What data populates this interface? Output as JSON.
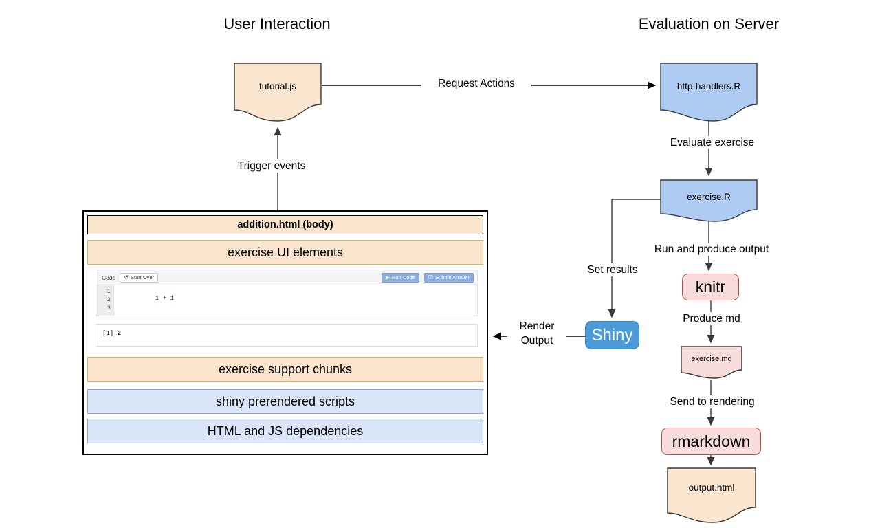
{
  "headers": {
    "left": "User Interaction",
    "right": "Evaluation on Server"
  },
  "nodes": {
    "tutorial_js": "tutorial.js",
    "http_handlers": "http-handlers.R",
    "exercise_r": "exercise.R",
    "knitr": "knitr",
    "exercise_md": "exercise.md",
    "rmarkdown": "rmarkdown",
    "output_html": "output.html",
    "shiny": "Shiny"
  },
  "edges": {
    "request_actions": "Request Actions",
    "trigger_events": "Trigger events",
    "evaluate_exercise": "Evaluate exercise",
    "run_and_produce_output": "Run and produce output",
    "set_results": "Set results",
    "produce_md": "Produce md",
    "send_to_rendering": "Send to rendering",
    "render_output_line1": "Render",
    "render_output_line2": "Output"
  },
  "body_box": {
    "title": "addition.html (body)",
    "sections": [
      {
        "label": "exercise UI elements",
        "tone": "tan"
      },
      {
        "label": "exercise support chunks",
        "tone": "tan"
      },
      {
        "label": "shiny prerendered scripts",
        "tone": "blue"
      },
      {
        "label": "HTML and JS dependencies",
        "tone": "blue"
      }
    ]
  },
  "exercise_widget": {
    "toolbar_label": "Code",
    "start_over_label": "Start Over",
    "start_over_icon": "refresh-icon",
    "run_code_label": "Run Code",
    "run_code_icon": "play-icon",
    "submit_answer_label": "Submit Answer",
    "submit_answer_icon": "checkbox-icon",
    "line_numbers": [
      "1",
      "2",
      "3"
    ],
    "code_line_1": {
      "a": "1",
      "op": " + ",
      "b": "1"
    },
    "output_prefix": "[1]",
    "output_value": "2"
  },
  "colors": {
    "tan_fill": "#FBE5CD",
    "tan_stroke": "#D6B25E",
    "blue_fill": "#DAE5F7",
    "blue_stroke": "#8EA9CF",
    "node_blue_fill": "#AECBF2",
    "node_blue_stroke": "#3A3A3A",
    "node_tan_fill": "#FAE5CE",
    "pink_fill": "#F8DCDB",
    "pink_stroke": "#B85450",
    "shiny_blue": "#4A9BD8",
    "edge_stroke": "#3A3A3A",
    "code_number": "#1414D2",
    "btn_primary": "#8AAFDC"
  }
}
